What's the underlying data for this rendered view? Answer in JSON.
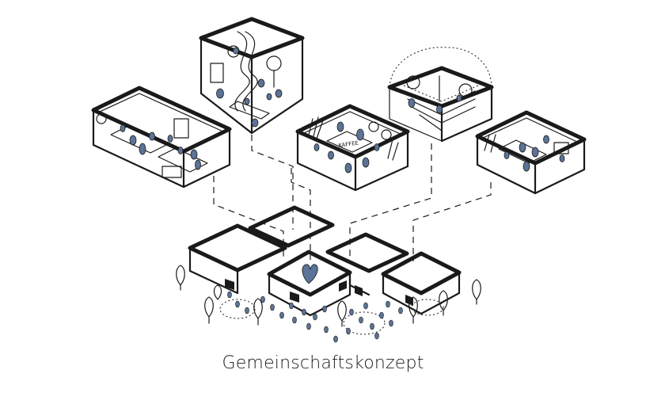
{
  "caption": "Gemeinschaftskonzept",
  "sign_text": "KAFFEE",
  "accent_color": "#5b7396",
  "ink_color": "#1a1a1a",
  "rooms": [
    {
      "id": "coworking",
      "icon": "coworking-room-icon"
    },
    {
      "id": "play",
      "icon": "playroom-icon"
    },
    {
      "id": "cafe",
      "icon": "cafe-room-icon"
    },
    {
      "id": "garden",
      "icon": "garden-pavilion-icon"
    },
    {
      "id": "workshop",
      "icon": "workshop-room-icon"
    }
  ]
}
